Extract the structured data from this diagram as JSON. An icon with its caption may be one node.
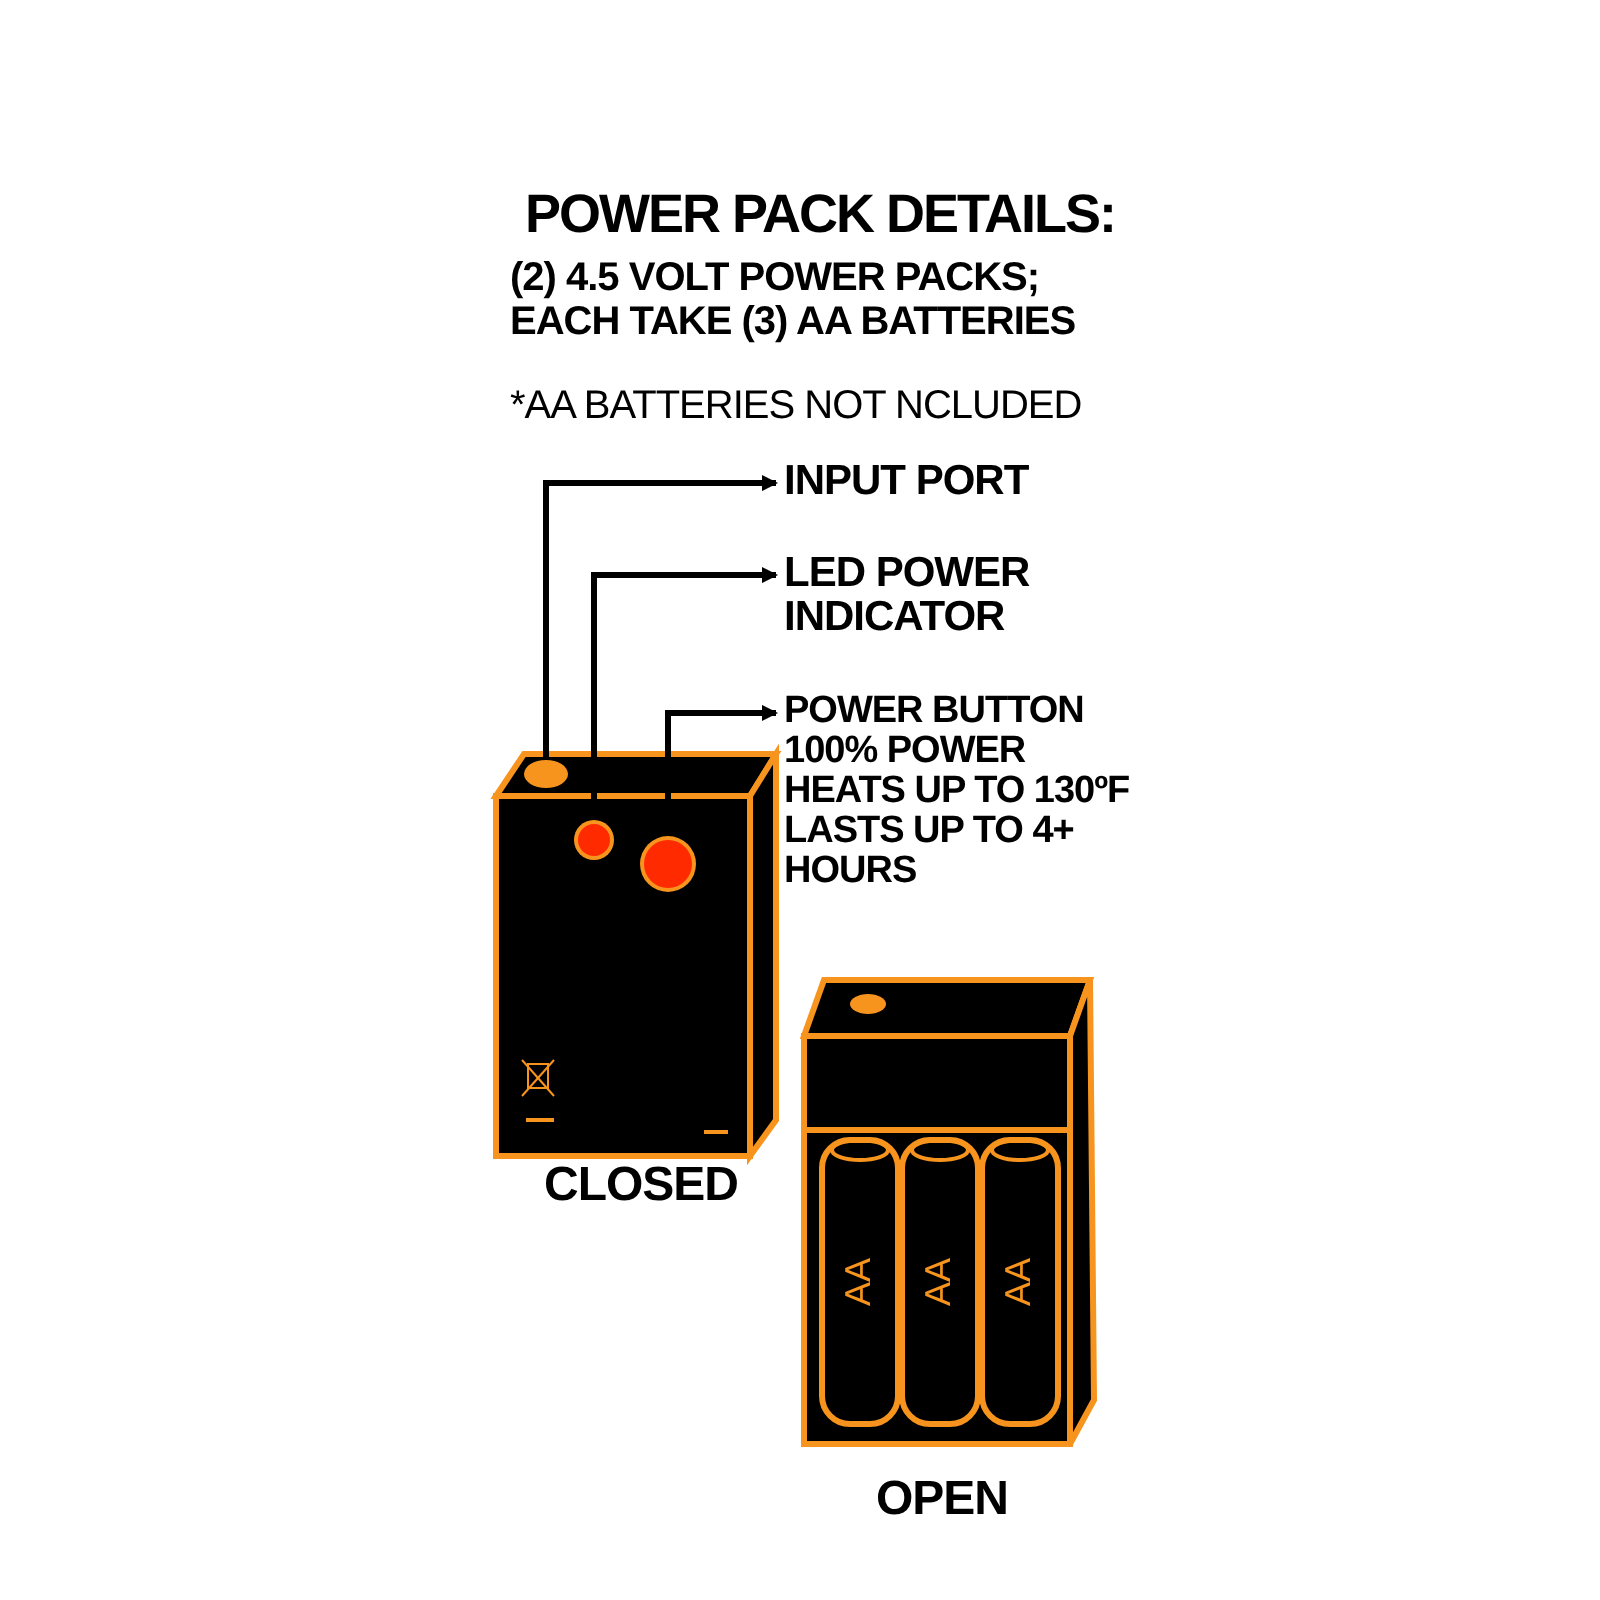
{
  "diagram": {
    "title": "POWER PACK DETAILS:",
    "nodes": [
      {
        "text": [
          "INPUT PORT"
        ]
      },
      {
        "text": [
          "LED POWER INDICATOR"
        ]
      },
      {
        "text": [
          "POWER BUTTON",
          "100% POWER",
          "HEATS UP TO 130ºF",
          "LASTS UP TO 4+ HOURS"
        ]
      },
      {
        "text": [],
        "shape": "circle"
      },
      {
        "text": [],
        "shape": "circle"
      },
      {
        "text": [],
        "shape": "circle"
      }
    ],
    "edges": [
      {
        "from": 3,
        "to": 0,
        "arrow": "to"
      },
      {
        "from": 4,
        "to": 1,
        "arrow": "to"
      },
      {
        "from": 5,
        "to": 2,
        "arrow": "to"
      }
    ],
    "labels": [
      "(2) 4.5 VOLT POWER PACKS; EACH TAKE (3) AA BATTERIES",
      "*AA BATTERIES NOT NCLUDED",
      "CLOSED",
      "OPEN",
      "AA",
      "AA",
      "AA"
    ]
  }
}
